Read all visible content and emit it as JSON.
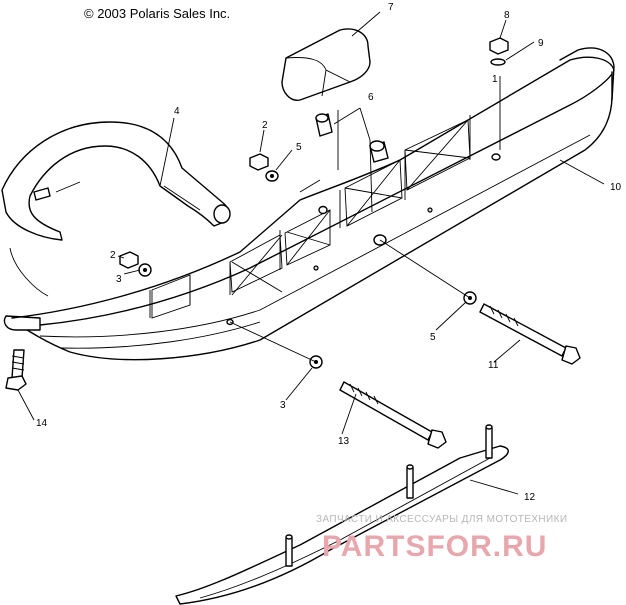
{
  "copyright": "© 2003 Polaris Sales Inc.",
  "watermark": {
    "tagline": "ЗАПЧАСТИ И АКСЕССУАРЫ ДЛЯ МОТОТЕХНИКИ",
    "brand": "PARTSFOR.RU"
  },
  "callouts": {
    "c1": "1",
    "c2a": "2",
    "c2b": "2",
    "c3a": "3",
    "c3b": "3",
    "c4": "4",
    "c5a": "5",
    "c5b": "5",
    "c6": "6",
    "c7": "7",
    "c8": "8",
    "c9": "9",
    "c10": "10",
    "c11": "11",
    "c12": "12",
    "c13": "13",
    "c14": "14"
  }
}
